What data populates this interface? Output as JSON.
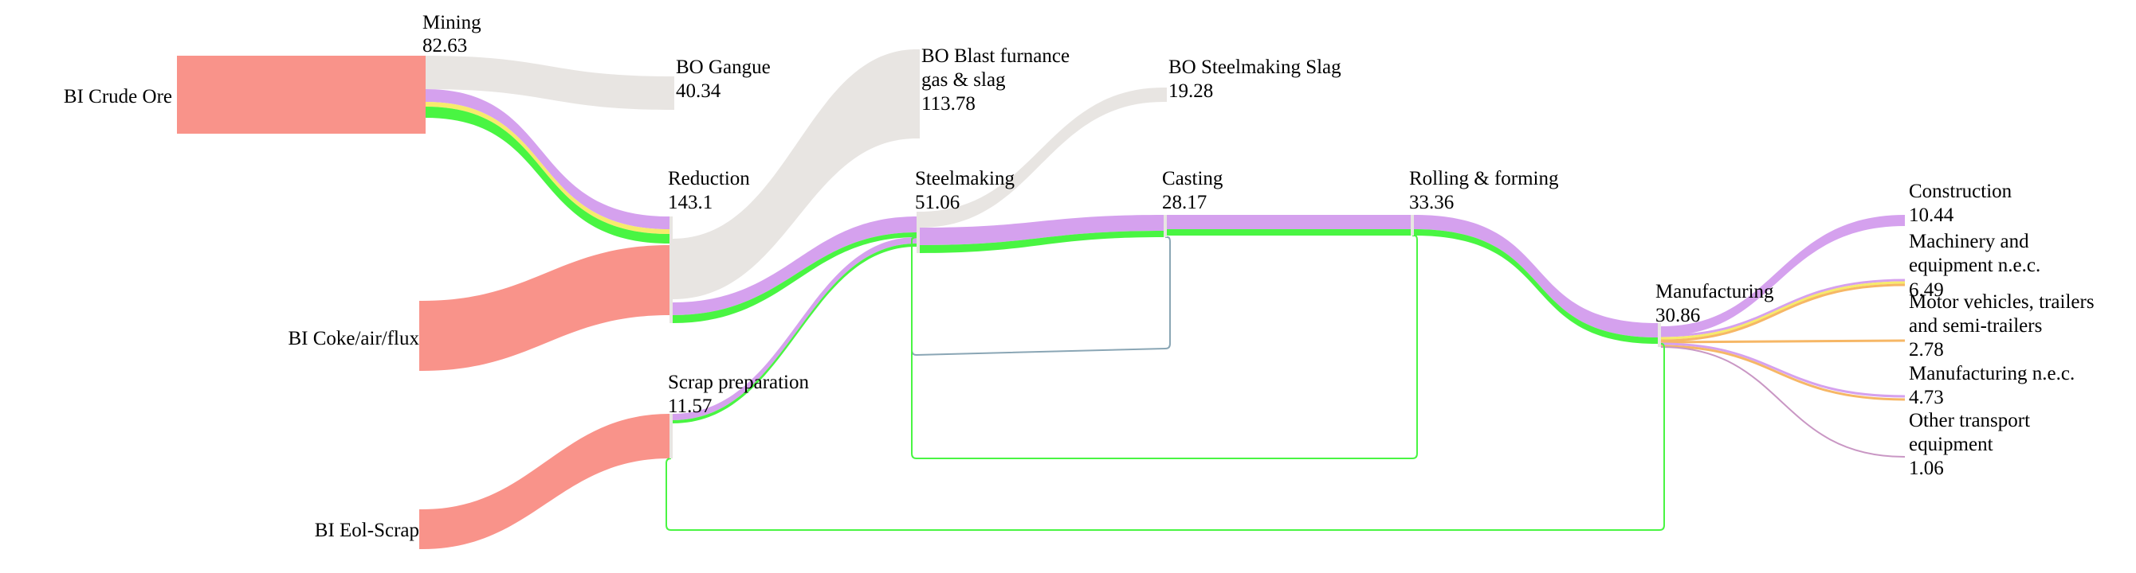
{
  "colors": {
    "input": "#f9938a",
    "output_loss": "#e8e5e2",
    "iron_purple": "#d5a1ee",
    "yellow": "#f7eb6c",
    "green": "#49f542",
    "grey_blue": "#8aa6b5",
    "orange": "#f6b766",
    "pink": "#e1a3c4",
    "mauve": "#c997c4"
  },
  "nodes": {
    "bi_crude_ore": {
      "label": "BI Crude Ore"
    },
    "bi_coke": {
      "label": "BI Coke/air/flux"
    },
    "bi_eol": {
      "label": "BI Eol-Scrap"
    },
    "mining": {
      "label": "Mining",
      "value": "82.63"
    },
    "bo_gangue": {
      "label": "BO Gangue",
      "value": "40.34"
    },
    "bo_blast": {
      "label_line1": "BO Blast furnance",
      "label_line2": "gas & slag",
      "value": "113.78"
    },
    "bo_slag": {
      "label": "BO Steelmaking Slag",
      "value": "19.28"
    },
    "reduction": {
      "label": "Reduction",
      "value": "143.1"
    },
    "steelmaking": {
      "label": "Steelmaking",
      "value": "51.06"
    },
    "casting": {
      "label": "Casting",
      "value": "28.17"
    },
    "rolling": {
      "label": "Rolling & forming",
      "value": "33.36"
    },
    "scrap_prep": {
      "label": "Scrap preparation",
      "value": "11.57"
    },
    "manufacturing": {
      "label": "Manufacturing",
      "value": "30.86"
    },
    "construction": {
      "label": "Construction",
      "value": "10.44"
    },
    "machinery": {
      "label_line1": "Machinery and",
      "label_line2": "equipment n.e.c.",
      "value": "6.49"
    },
    "motor": {
      "label_line1": "Motor vehicles, trailers",
      "label_line2": "and semi-trailers",
      "value": "2.78"
    },
    "mfg_nec": {
      "label": "Manufacturing n.e.c.",
      "value": "4.73"
    },
    "other_transport": {
      "label_line1": "Other transport",
      "label_line2": "equipment",
      "value": "1.06"
    }
  }
}
